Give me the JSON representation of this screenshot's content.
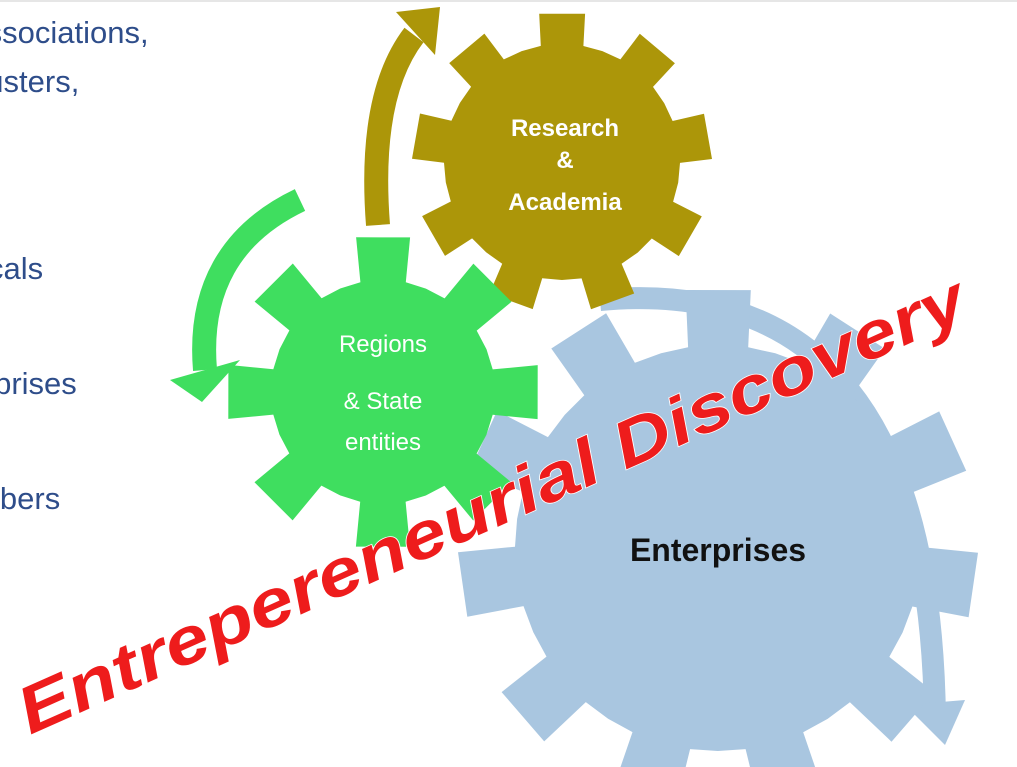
{
  "bullets": [
    {
      "text": "Associations,"
    },
    {
      "text": "Clusters,"
    },
    {
      "text": "Verticals"
    },
    {
      "text": "Enterprises"
    },
    {
      "text": "Members"
    }
  ],
  "gears": {
    "research": {
      "line1": "Research",
      "line2": "&",
      "line3": "Academia",
      "color": "#ac9609"
    },
    "regions": {
      "line1": "Regions",
      "line2": "& State",
      "line3": "entities",
      "color": "#3fde5f"
    },
    "enterprises": {
      "line1": "Enterprises",
      "color": "#a9c6e0"
    }
  },
  "overlay": {
    "text": "Entrepereneurial Discovery",
    "color": "#ee1c1c"
  },
  "colors": {
    "bullet_text": "#2e4d8a"
  }
}
